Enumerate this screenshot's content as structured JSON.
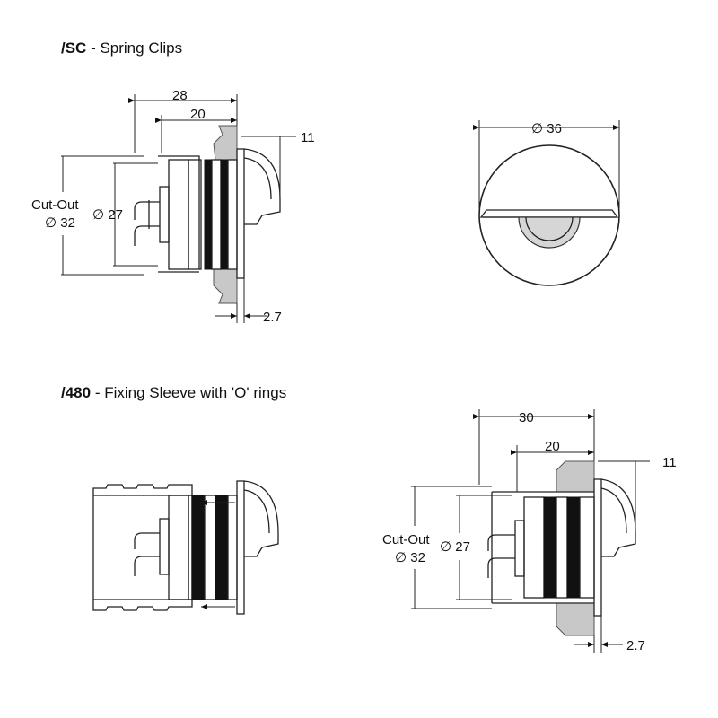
{
  "sections": {
    "sc": {
      "code": "/SC",
      "desc": " - Spring Clips"
    },
    "s480": {
      "code": "/480",
      "desc": " - Fixing Sleeve with 'O' rings"
    }
  },
  "dims": {
    "sc_28": "28",
    "sc_20": "20",
    "sc_11": "11",
    "sc_27": "∅ 27",
    "sc_cutout_1": "Cut-Out",
    "sc_cutout_2": "∅ 32",
    "sc_27mm": "2.7",
    "front_36": "∅ 36",
    "s480_30": "30",
    "s480_20": "20",
    "s480_11": "11",
    "s480_27": "∅ 27",
    "s480_cutout_1": "Cut-Out",
    "s480_cutout_2": "∅ 32",
    "s480_27mm": "2.7"
  }
}
